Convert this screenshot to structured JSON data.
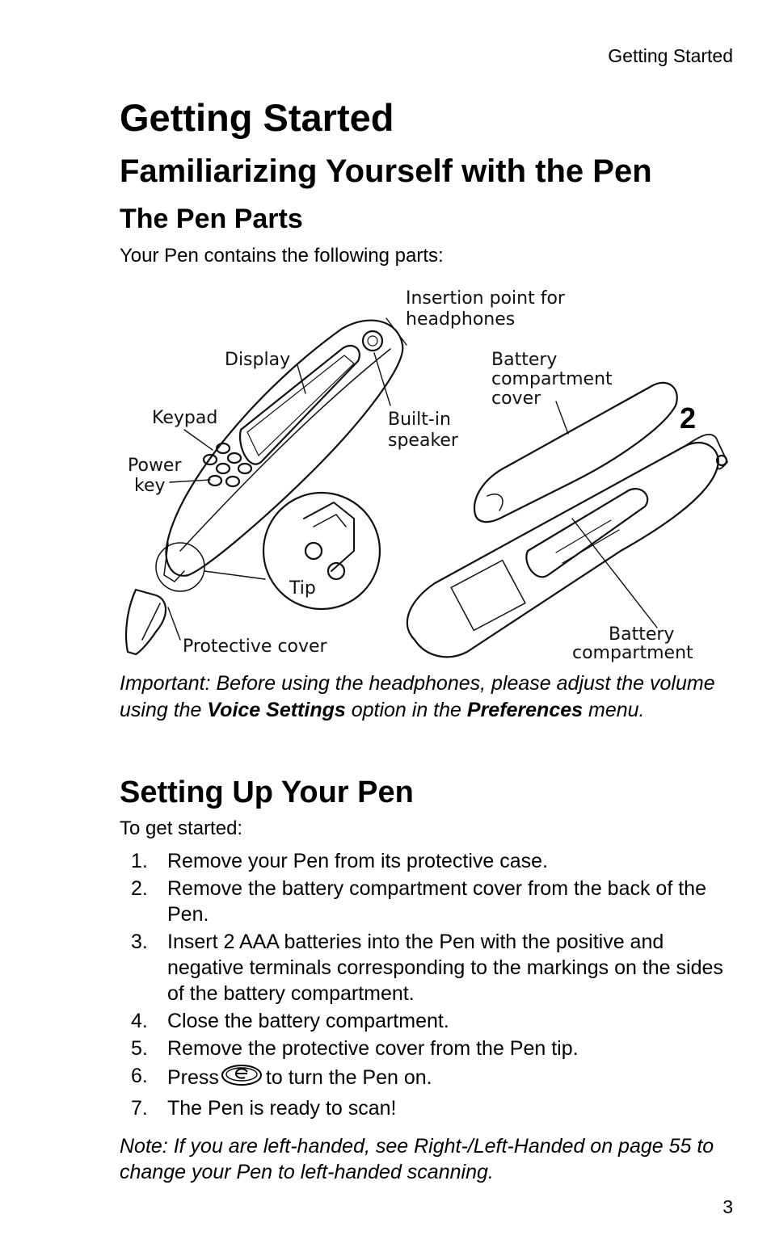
{
  "running_header": "Getting Started",
  "chapter_title": "Getting Started",
  "section_title": "Familiarizing Yourself with the Pen",
  "subsection_title": "The Pen Parts",
  "intro_text": "Your Pen contains the following parts:",
  "figure": {
    "labels": {
      "insertion_point_line1": "Insertion point for",
      "insertion_point_line2": "headphones",
      "display": "Display",
      "battery_cover_line1": "Battery",
      "battery_cover_line2": "compartment",
      "battery_cover_line3": "cover",
      "keypad": "Keypad",
      "builtin_speaker_line1": "Built-in",
      "builtin_speaker_line2": "speaker",
      "power_key_line1": "Power",
      "power_key_line2": "key",
      "tip": "Tip",
      "protective_cover": "Protective cover",
      "battery_compartment_line1": "Battery",
      "battery_compartment_line2": "compartment",
      "step_number": "2"
    }
  },
  "important": {
    "before": "Important: Before using the headphones, please adjust the volume using the ",
    "voice_settings": "Voice Settings",
    "middle": " option in the ",
    "preferences": "Preferences",
    "after": " menu."
  },
  "setup": {
    "title": "Setting Up Your Pen",
    "intro": "To get started:",
    "steps": [
      {
        "number": "1.",
        "text": "Remove your Pen from its protective case."
      },
      {
        "number": "2.",
        "text": "Remove the battery compartment cover from the back of the Pen."
      },
      {
        "number": "3.",
        "text": "Insert 2 AAA batteries into the Pen with the positive and negative terminals corresponding to the markings on the sides of the battery compartment."
      },
      {
        "number": "4.",
        "text": "Close the battery compartment."
      },
      {
        "number": "5.",
        "text": "Remove the protective cover from the Pen tip."
      },
      {
        "number": "6.",
        "text_before": "Press",
        "text_after": "to turn the Pen on."
      },
      {
        "number": "7.",
        "text": "The Pen is ready to scan!"
      }
    ]
  },
  "note": "Note: If you are left-handed, see Right-/Left-Handed on page 55 to change your Pen to left-handed scanning.",
  "page_number": "3",
  "icons": {
    "power_key_icon": "power-key-icon"
  }
}
